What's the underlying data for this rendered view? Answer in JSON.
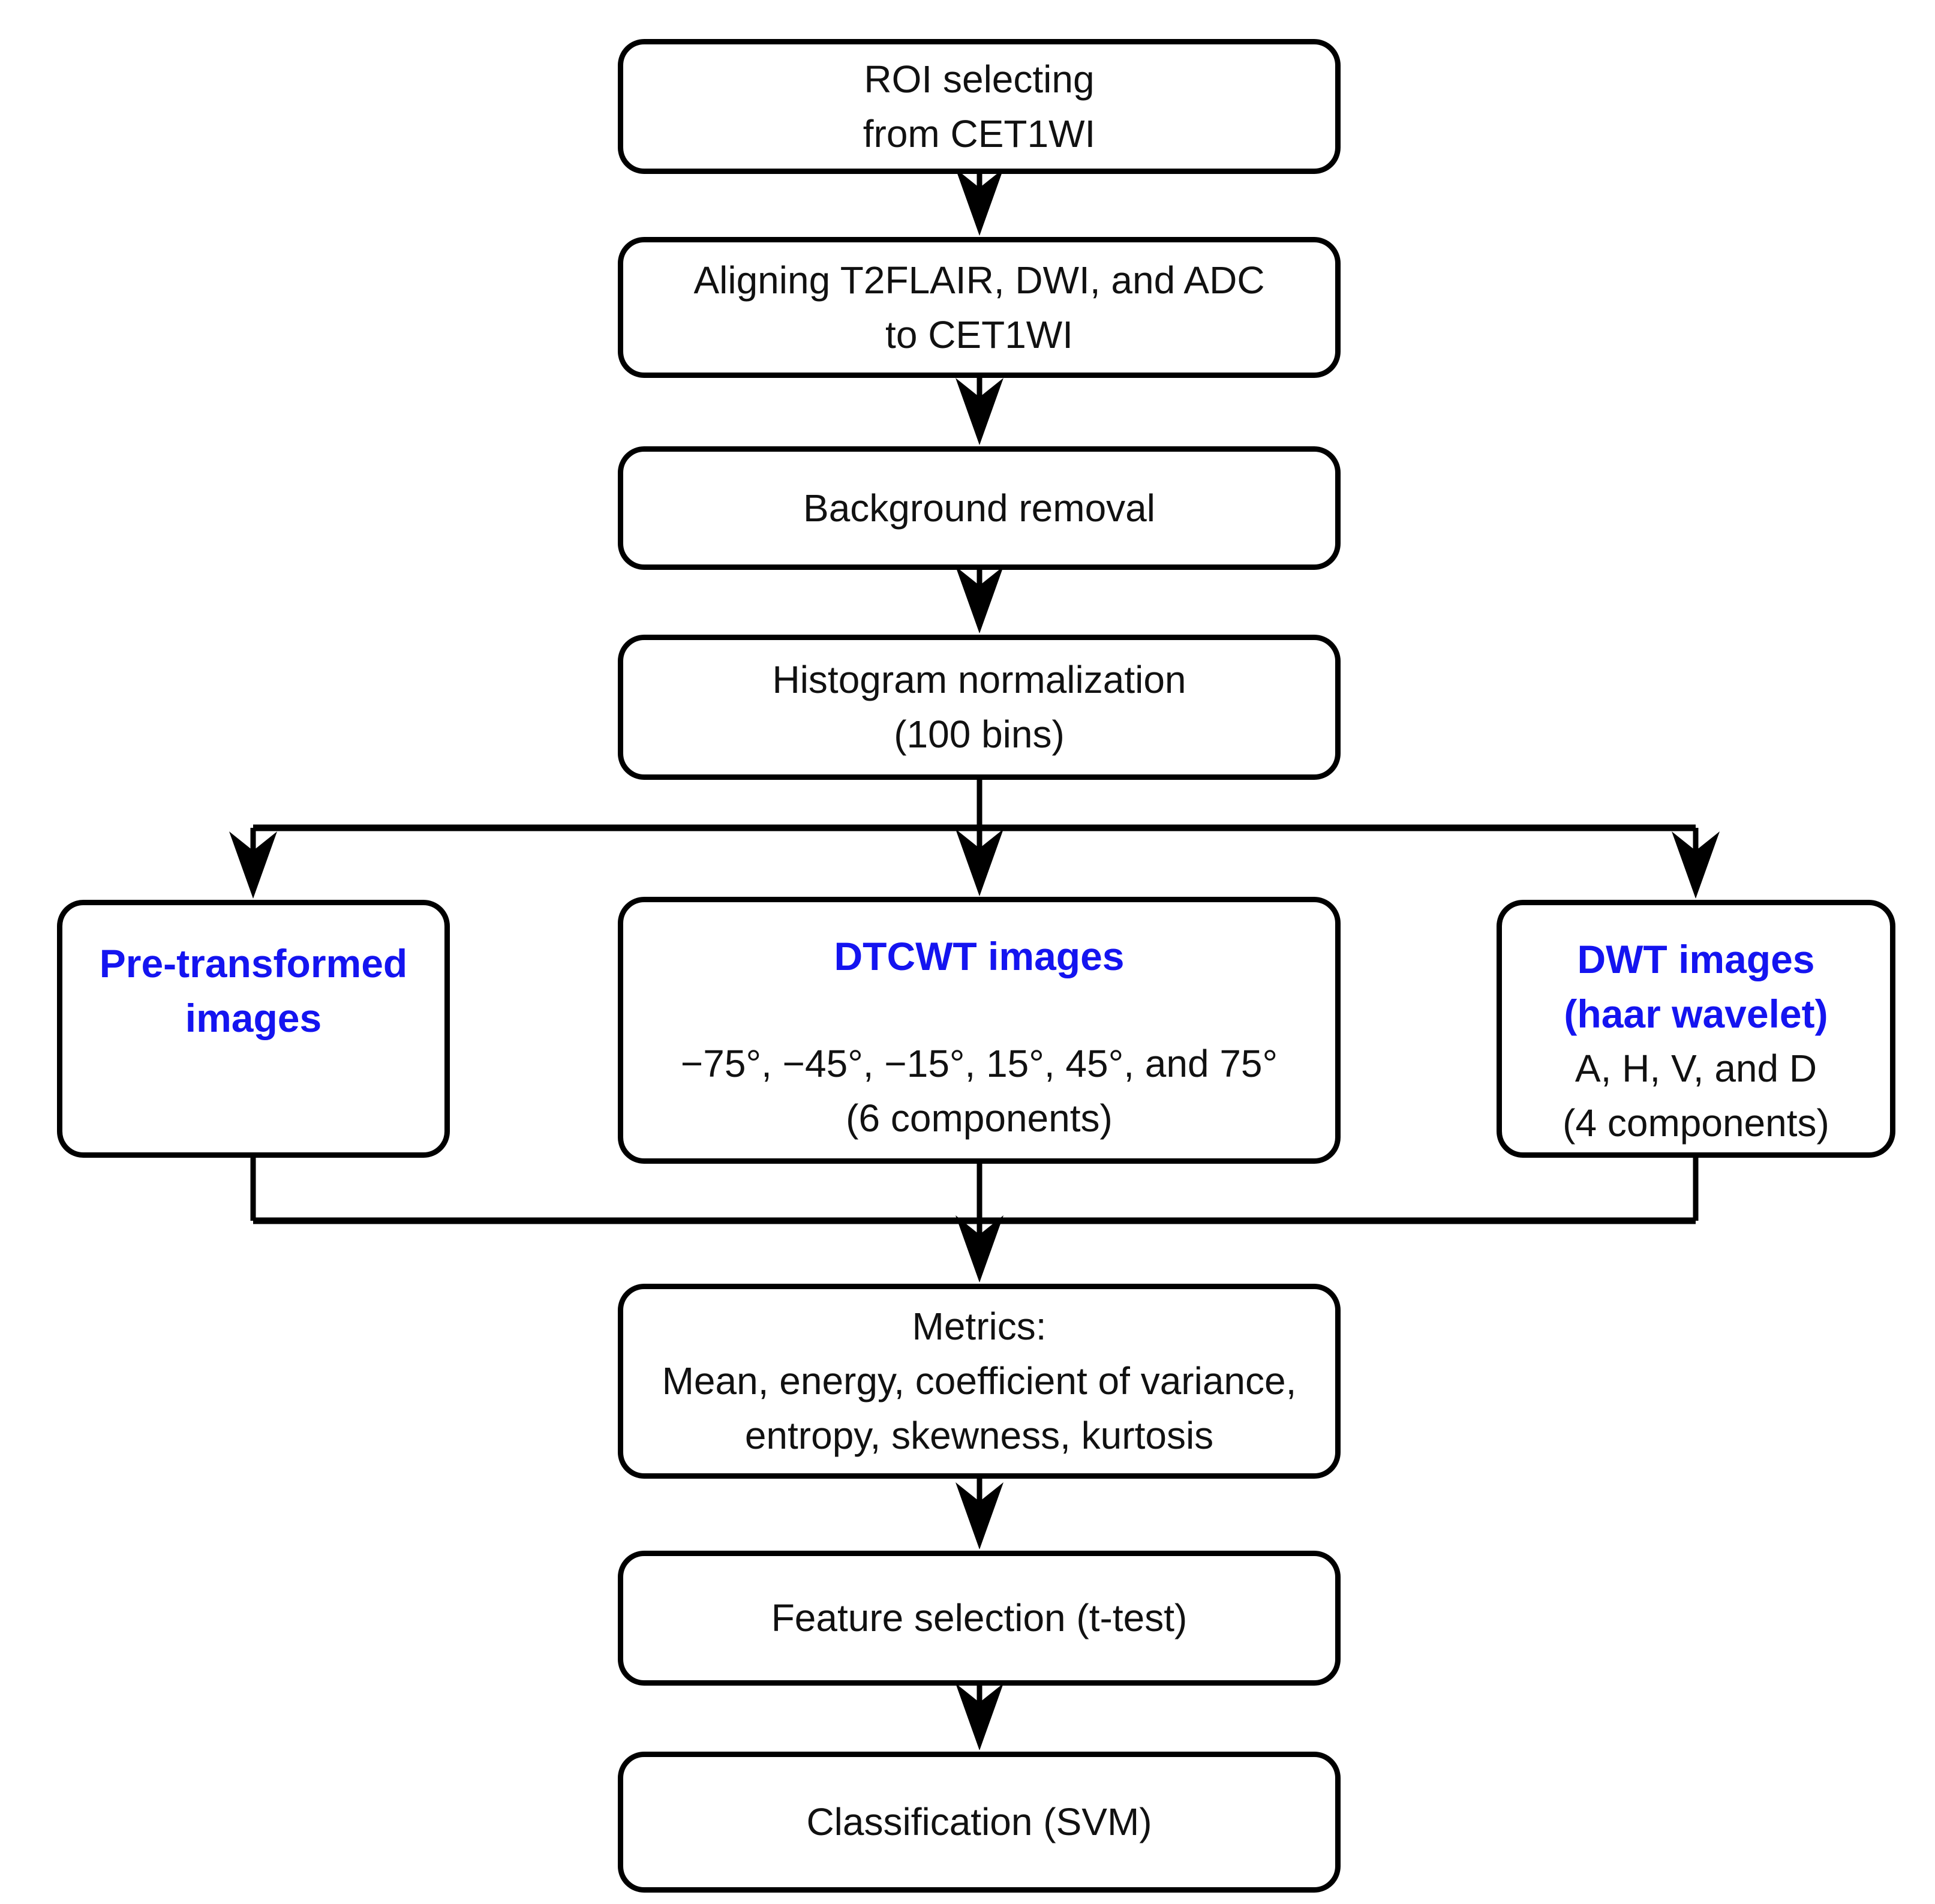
{
  "diagram": {
    "title": "Image texture-analysis workflow flowchart",
    "colors": {
      "accent_blue": "#1414f0",
      "stroke_black": "#000000",
      "background": "#ffffff"
    },
    "nodes": {
      "roi": {
        "text": "ROI selecting\nfrom CET1WI"
      },
      "aligning": {
        "text": "Aligning T2FLAIR, DWI, and ADC\nto CET1WI"
      },
      "bg_removal": {
        "text": "Background removal"
      },
      "histogram": {
        "text": "Histogram normalization\n(100 bins)"
      },
      "pre_transformed": {
        "title": "Pre-transformed\nimages"
      },
      "dtcwt": {
        "title": "DTCWT images",
        "body": "−75°, −45°, −15°, 15°, 45°, and 75°\n(6 components)"
      },
      "dwt": {
        "title": "DWT images\n(haar wavelet)",
        "body": "A, H, V, and D\n(4 components)"
      },
      "metrics": {
        "text": "Metrics:\nMean, energy, coefficient of variance,\nentropy, skewness, kurtosis"
      },
      "feature": {
        "text": "Feature selection (t-test)"
      },
      "classification": {
        "text": "Classification (SVM)"
      }
    }
  }
}
